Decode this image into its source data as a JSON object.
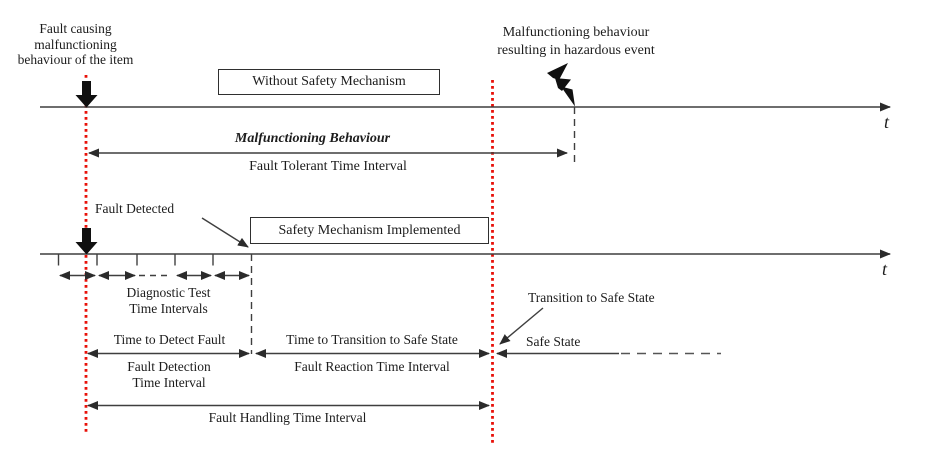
{
  "palette": {
    "line": "#3f3f3f",
    "arrowhead": "#2b2b2b",
    "text": "#1c1c1c",
    "red_marker": "#e81109",
    "background": "#ffffff"
  },
  "icons": {
    "fault_arrow": "black-down-arrow-icon",
    "hazard": "lightning-bolt-icon"
  },
  "top_timeline": {
    "axis_label": "t",
    "fault_label": "Fault causing\nmalfunctioning\nbehaviour of the item",
    "scenario_box": "Without Safety Mechanism",
    "hazard_label": "Malfunctioning behaviour\nresulting in hazardous event",
    "behaviour_label": "Malfunctioning Behaviour",
    "interval_label": "Fault Tolerant Time Interval"
  },
  "bottom_timeline": {
    "axis_label": "t",
    "scenario_box": "Safety Mechanism Implemented",
    "fault_detected_label": "Fault Detected",
    "diagnostic_label": "Diagnostic Test\nTime Intervals",
    "transition_label": "Transition to Safe State",
    "time_to_detect_label": "Time to Detect Fault",
    "time_to_transition_label": "Time to Transition to Safe State",
    "safe_state_label": "Safe State",
    "fault_detection_interval_label": "Fault Detection\nTime Interval",
    "fault_reaction_interval_label": "Fault Reaction Time Interval",
    "fault_handling_interval_label": "Fault Handling Time Interval"
  }
}
